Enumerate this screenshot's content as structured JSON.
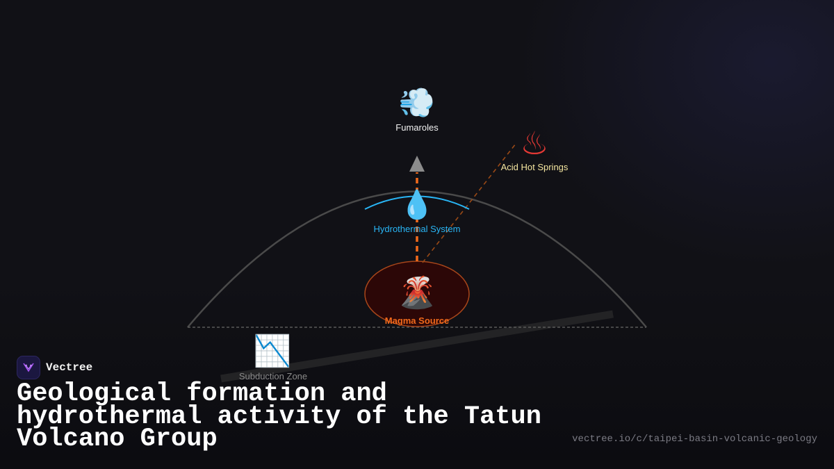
{
  "diagram": {
    "nodes": {
      "fumaroles": {
        "icon": "dash-wind-icon",
        "glyph": "💨",
        "label": "Fumaroles"
      },
      "acid_hot_springs": {
        "icon": "hot-springs-icon",
        "glyph": "♨",
        "label": "Acid Hot Springs"
      },
      "hydrothermal_system": {
        "icon": "droplet-icon",
        "glyph": "💧",
        "label": "Hydrothermal System"
      },
      "magma_source": {
        "icon": "volcano-icon",
        "glyph": "🌋",
        "label": "Magma Source"
      },
      "subduction_zone": {
        "icon": "chart-decreasing-icon",
        "glyph": "📉",
        "label": "Subduction Zone"
      }
    },
    "colors": {
      "background": "#111116",
      "magma": "#f26a1b",
      "hydrothermal": "#29b6f6",
      "hot_springs_label": "#f5e6a0",
      "cone_outline": "#4a4a4a",
      "subduction": "#2a2a2a"
    }
  },
  "brand": {
    "name": "Vectree",
    "logo": "vectree-logo-icon"
  },
  "title": "Geological formation and hydrothermal activity of the Tatun Volcano Group",
  "url": "vectree.io/c/taipei-basin-volcanic-geology"
}
